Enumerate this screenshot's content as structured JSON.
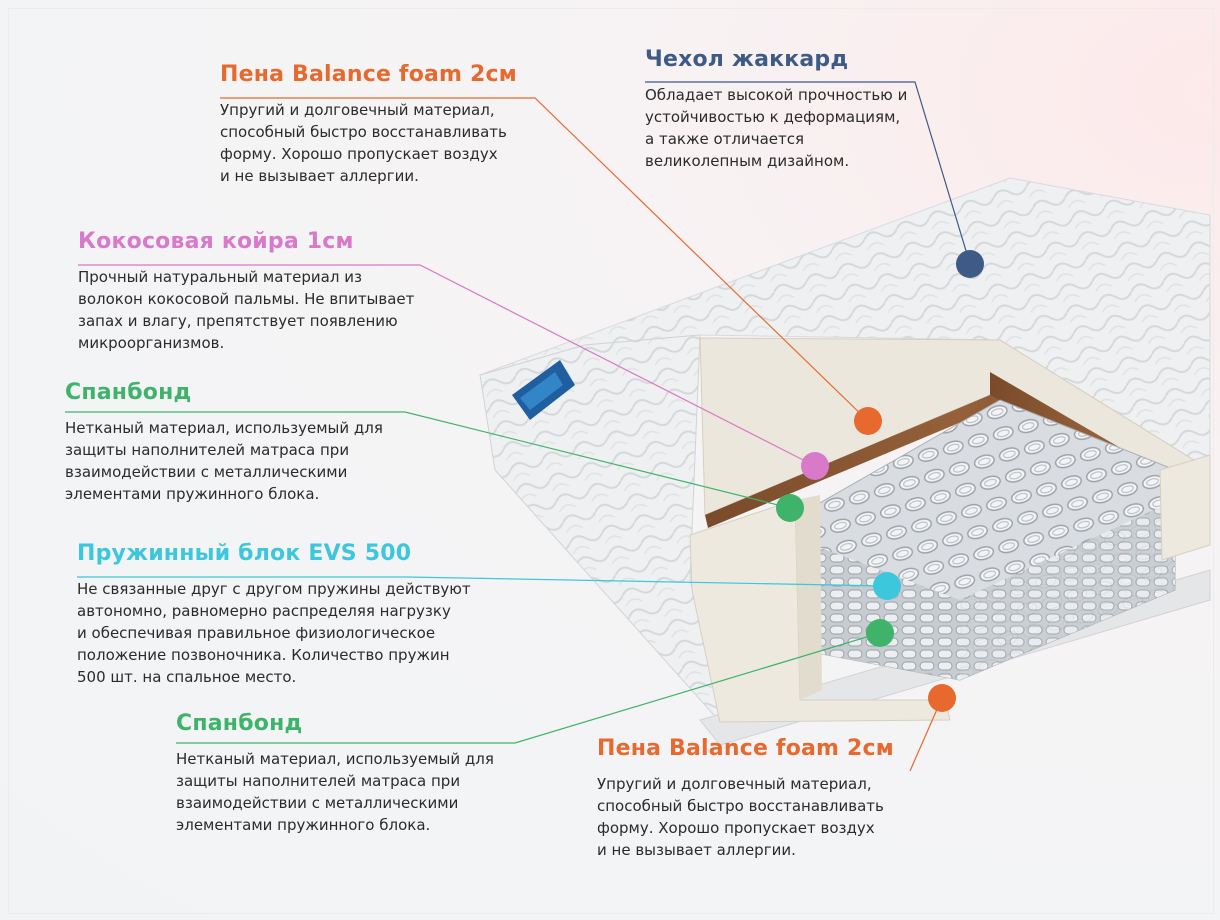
{
  "colors": {
    "orange": "#e8692e",
    "pink": "#d879c9",
    "green": "#3fb36a",
    "cyan": "#3cc7dd",
    "navy": "#3e5a86"
  },
  "labels": [
    {
      "id": "foam-top",
      "title": "Пена Balance foam 2см",
      "description": "Упругий и долговечный материал,\nспособный быстро восстанавливать\nформу. Хорошо пропускает воздух\nи не вызывает аллергии.",
      "color": "#e8692e"
    },
    {
      "id": "cover",
      "title": "Чехол жаккард",
      "description": "Обладает высокой прочностью и\nустойчивостью к деформациям,\nа также отличается\nвеликолепным дизайном.",
      "color": "#3e5a86"
    },
    {
      "id": "coir",
      "title": "Кокосовая койра 1см",
      "description": "Прочный натуральный материал из\nволокон кокосовой пальмы. Не впитывает\nзапах и влагу, препятствует появлению\nмикроорганизмов.",
      "color": "#d879c9"
    },
    {
      "id": "spunbond-top",
      "title": "Спанбонд",
      "description": "Нетканый материал, используемый для\nзащиты наполнителей матраса при\nвзаимодействии с металлическими\nэлементами пружинного блока.",
      "color": "#3fb36a"
    },
    {
      "id": "springs",
      "title": "Пружинный блок EVS 500",
      "description": "Не связанные друг с другом пружины действуют\nавтономно, равномерно распределяя нагрузку\nи обеспечивая правильное физиологическое\nположение позвоночника. Количество пружин\n500 шт. на спальное место.",
      "color": "#3cc7dd"
    },
    {
      "id": "spunbond-bottom",
      "title": "Спанбонд",
      "description": "Нетканый материал, используемый для\nзащиты наполнителей матраса при\nвзаимодействии с металлическими\nэлементами пружинного блока.",
      "color": "#3fb36a"
    },
    {
      "id": "foam-bottom",
      "title": "Пена Balance foam 2см",
      "description": "Упругий и долговечный материал,\nспособный быстро восстанавливать\nформу. Хорошо пропускает воздух\nи не вызывает аллергии.",
      "color": "#e8692e"
    }
  ]
}
